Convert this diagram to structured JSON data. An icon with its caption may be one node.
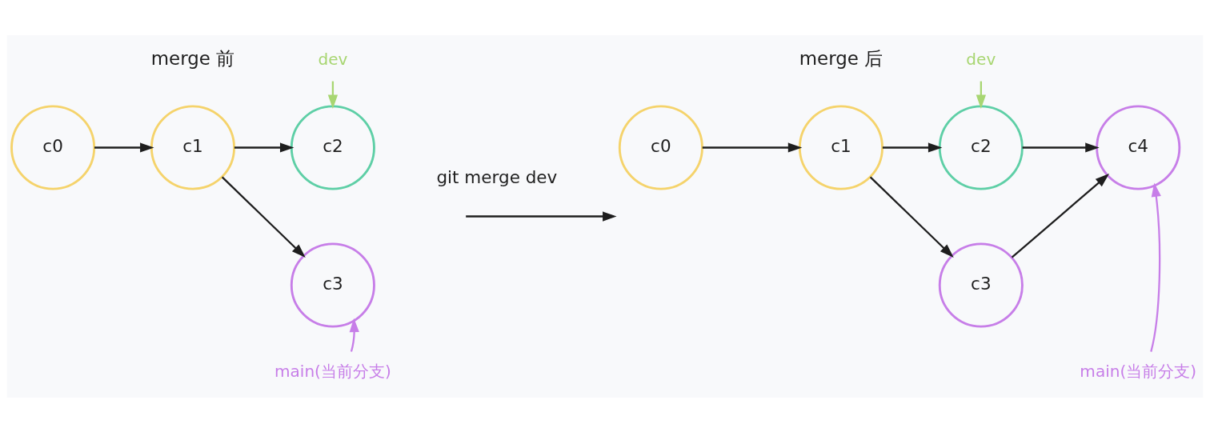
{
  "diagram": {
    "nodes": [
      {
        "text": [
          "c0"
        ]
      },
      {
        "text": [
          "c1"
        ]
      },
      {
        "text": [
          "c2"
        ]
      },
      {
        "text": [
          "c3"
        ]
      },
      {
        "text": [
          "dev"
        ]
      },
      {
        "text": [
          "main(当前分支)"
        ]
      },
      {
        "text": [
          "c0"
        ]
      },
      {
        "text": [
          "c1"
        ]
      },
      {
        "text": [
          "c2"
        ]
      },
      {
        "text": [
          "c3"
        ]
      },
      {
        "text": [
          "c4"
        ]
      },
      {
        "text": [
          "dev"
        ]
      },
      {
        "text": [
          "main(当前分支)"
        ]
      }
    ],
    "edges": [
      {
        "from": 0,
        "to": 1,
        "arrow": "to"
      },
      {
        "from": 1,
        "to": 2,
        "arrow": "to"
      },
      {
        "from": 1,
        "to": 3,
        "arrow": "to"
      },
      {
        "from": 4,
        "to": 2,
        "arrow": "to",
        "color": "#a8d672"
      },
      {
        "from": 5,
        "to": 3,
        "arrow": "to",
        "color": "#c77ee8"
      },
      {
        "from": 6,
        "to": 7,
        "arrow": "to"
      },
      {
        "from": 7,
        "to": 8,
        "arrow": "to"
      },
      {
        "from": 7,
        "to": 9,
        "arrow": "to"
      },
      {
        "from": 8,
        "to": 10,
        "arrow": "to"
      },
      {
        "from": 9,
        "to": 10,
        "arrow": "to"
      },
      {
        "from": 11,
        "to": 8,
        "arrow": "to",
        "color": "#a8d672"
      },
      {
        "from": 12,
        "to": 10,
        "arrow": "to",
        "color": "#c77ee8"
      }
    ],
    "labels": [
      "merge 前",
      "git merge dev",
      "merge 后"
    ]
  }
}
